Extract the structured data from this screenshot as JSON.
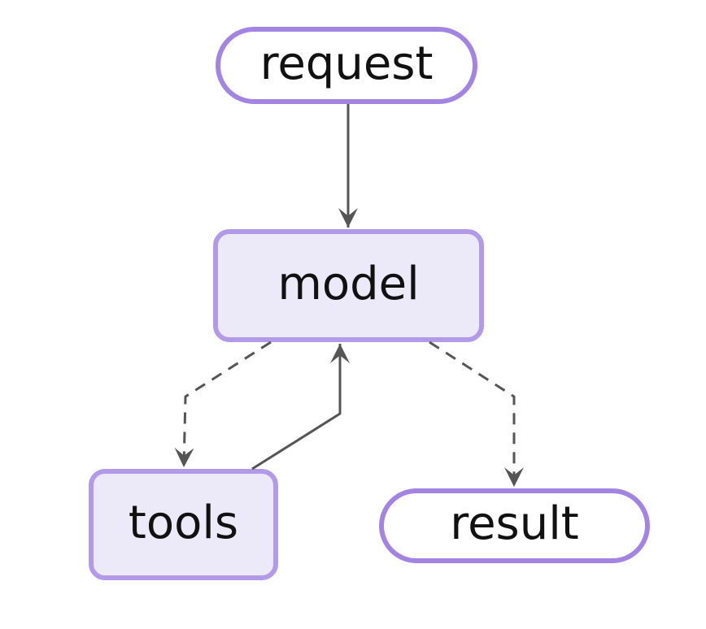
{
  "diagram": {
    "type": "flowchart",
    "direction": "top-down",
    "nodes": [
      {
        "id": "request",
        "label": "request",
        "shape": "stadium"
      },
      {
        "id": "model",
        "label": "model",
        "shape": "rounded-rect"
      },
      {
        "id": "tools",
        "label": "tools",
        "shape": "rounded-rect"
      },
      {
        "id": "result",
        "label": "result",
        "shape": "stadium"
      }
    ],
    "edges": [
      {
        "from": "request",
        "to": "model",
        "style": "solid",
        "arrow": "arrowhead"
      },
      {
        "from": "model",
        "to": "tools",
        "style": "dashed",
        "arrow": "arrowhead"
      },
      {
        "from": "tools",
        "to": "model",
        "style": "solid",
        "arrow": "arrowhead"
      },
      {
        "from": "model",
        "to": "result",
        "style": "dashed",
        "arrow": "arrowhead"
      }
    ],
    "colors": {
      "stadium_border": "#a484e2",
      "stadium_fill": "#ffffff",
      "rect_border": "#b29ae8",
      "rect_fill": "#ece9f9",
      "edge": "#555555",
      "text": "#111111",
      "background": "#ffffff"
    }
  }
}
